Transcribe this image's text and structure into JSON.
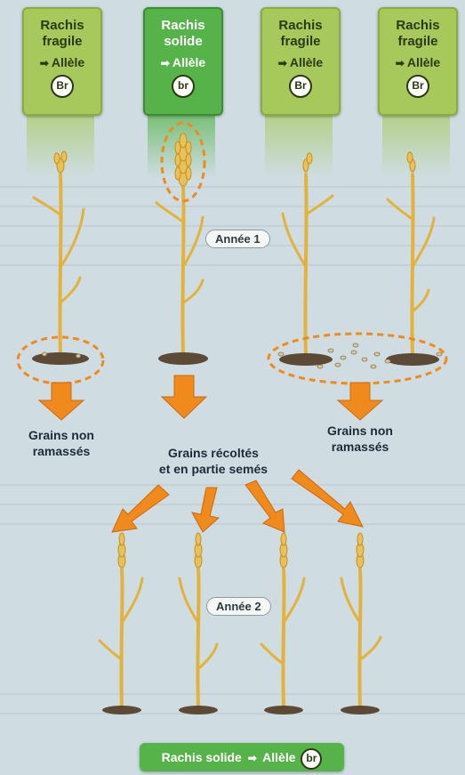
{
  "cards": [
    {
      "line1": "Rachis",
      "line2": "fragile",
      "allele_label": "Allèle",
      "allele": "Br",
      "type": "fragile"
    },
    {
      "line1": "Rachis",
      "line2": "solide",
      "allele_label": "Allèle",
      "allele": "br",
      "type": "solid"
    },
    {
      "line1": "Rachis",
      "line2": "fragile",
      "allele_label": "Allèle",
      "allele": "Br",
      "type": "fragile"
    },
    {
      "line1": "Rachis",
      "line2": "fragile",
      "allele_label": "Allèle",
      "allele": "Br",
      "type": "fragile"
    }
  ],
  "arrow_glyph": "➡",
  "year1": "Année 1",
  "year2": "Année 2",
  "grains_left": [
    "Grains non",
    "ramassés"
  ],
  "grains_middle": [
    "Grains récoltés",
    "et en partie semés"
  ],
  "grains_right": [
    "Grains non",
    "ramassés"
  ],
  "bottom": {
    "label": "Rachis solide",
    "allele_label": "Allèle",
    "allele": "br"
  },
  "colors": {
    "solid_green": "#56b34a",
    "fragile_green": "#a7c95c",
    "orange_arrow": "#f08a1c",
    "stem": "#e2b23a",
    "soil": "#5d4a36",
    "dashed_circle": "#f08a1c"
  }
}
